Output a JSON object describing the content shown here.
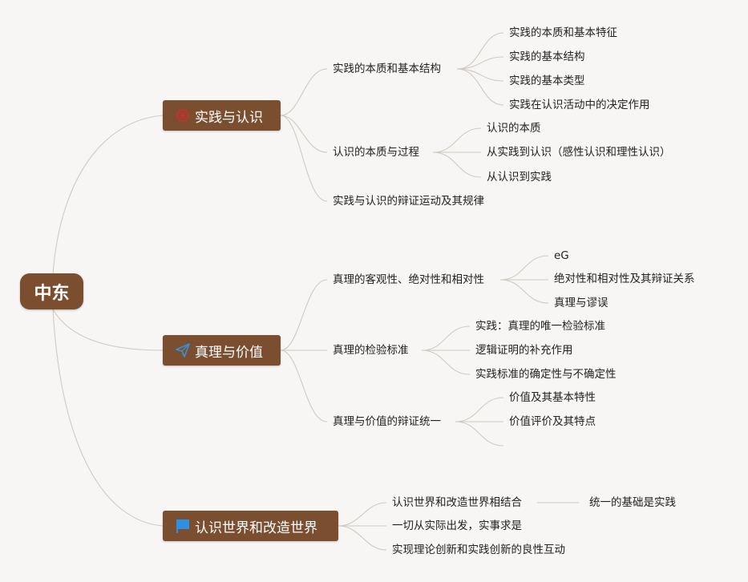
{
  "root": {
    "label": "中东"
  },
  "branches": [
    {
      "label": "实践与认识",
      "icon": "dharma-wheel-icon",
      "children": [
        {
          "label": "实践的本质和基本结构",
          "children": [
            "实践的本质和基本特征",
            "实践的基本结构",
            "实践的基本类型",
            "实践在认识活动中的决定作用"
          ]
        },
        {
          "label": "认识的本质与过程",
          "children": [
            "认识的本质",
            "从实践到认识（感性认识和理性认识）",
            "从认识到实践"
          ]
        },
        {
          "label": "实践与认识的辩证运动及其规律",
          "children": []
        }
      ]
    },
    {
      "label": "真理与价值",
      "icon": "paper-plane-icon",
      "children": [
        {
          "label": "真理的客观性、绝对性和相对性",
          "children": [
            "eG",
            "绝对性和相对性及其辩证关系",
            "真理与谬误"
          ]
        },
        {
          "label": "真理的检验标准",
          "children": [
            "实践：真理的唯一检验标准",
            "逻辑证明的补充作用",
            "实践标准的确定性与不确定性"
          ]
        },
        {
          "label": "真理与价值的辩证统一",
          "children": [
            "价值及其基本特性",
            "价值评价及其特点",
            ""
          ]
        }
      ]
    },
    {
      "label": "认识世界和改造世界",
      "icon": "flag-icon",
      "children": [
        {
          "label": "认识世界和改造世界相结合",
          "children": [
            "统一的基础是实践"
          ]
        },
        {
          "label": "一切从实际出发，实事求是",
          "children": []
        },
        {
          "label": "实现理论创新和实践创新的良性互动",
          "children": []
        }
      ]
    }
  ]
}
